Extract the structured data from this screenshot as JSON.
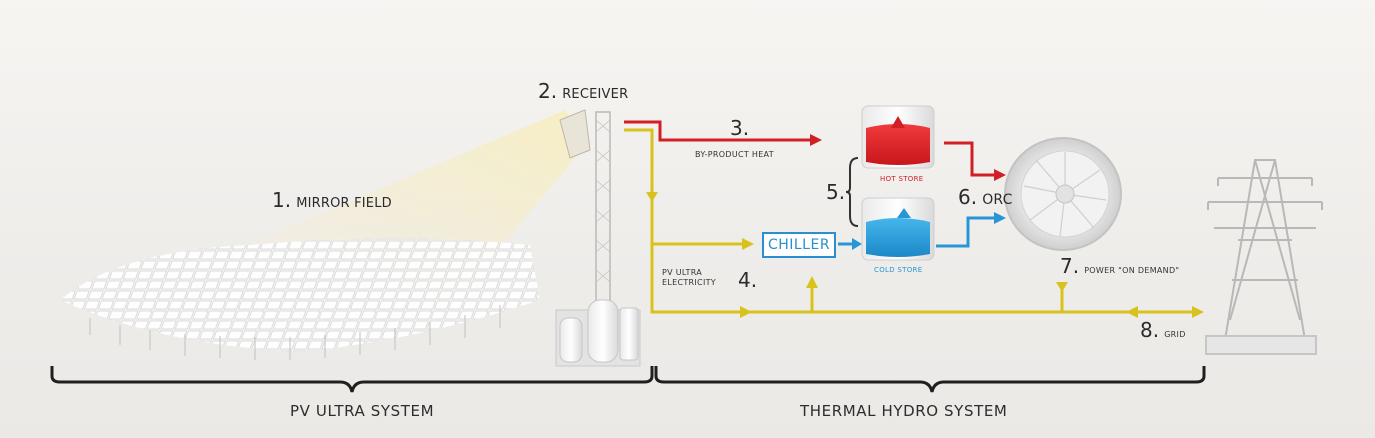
{
  "labels": {
    "mirror_field_num": "1.",
    "mirror_field": "MIRROR FIELD",
    "receiver_num": "2.",
    "receiver": "RECEIVER",
    "byproduct_num": "3.",
    "byproduct_heat": "BY-PRODUCT HEAT",
    "pv_ultra_num": "4.",
    "pv_ultra_electricity_line1": "PV ULTRA",
    "pv_ultra_electricity_line2": "ELECTRICITY",
    "storage_num": "5.",
    "hot_store": "HOT STORE",
    "cold_store": "COLD STORE",
    "chiller": "CHILLER",
    "orc_num": "6.",
    "orc": "ORC",
    "power_num": "7.",
    "power_on_demand": "POWER \"ON DEMAND\"",
    "grid_num": "8.",
    "grid": "GRID"
  },
  "systems": {
    "pv_ultra_system": "PV ULTRA SYSTEM",
    "thermal_hydro_system": "THERMAL HYDRO SYSTEM"
  },
  "colors": {
    "heat_line": "#d11f25",
    "electric_line": "#d8c21e",
    "cold_line": "#2a95d4",
    "hot_tank": "#e2262c",
    "cold_tank": "#2ea3dc",
    "chiller_border": "#2a8fd0"
  }
}
